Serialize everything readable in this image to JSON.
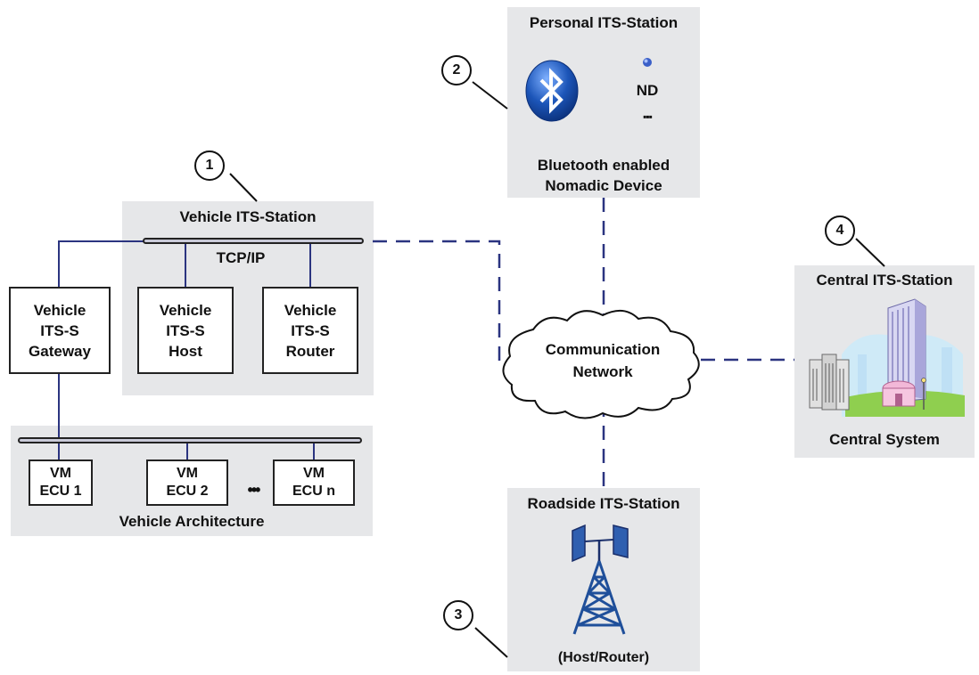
{
  "personal": {
    "title": "Personal ITS-Station",
    "nd": "ND",
    "dots": "▪▪▪",
    "desc_line1": "Bluetooth enabled",
    "desc_line2": "Nomadic Device"
  },
  "vehicle": {
    "title": "Vehicle ITS-Station",
    "bus_label": "TCP/IP",
    "gateway": [
      "Vehicle",
      "ITS-S",
      "Gateway"
    ],
    "host": [
      "Vehicle",
      "ITS-S",
      "Host"
    ],
    "router": [
      "Vehicle",
      "ITS-S",
      "Router"
    ]
  },
  "architecture": {
    "title": "Vehicle Architecture",
    "ecus": [
      {
        "line1": "VM",
        "line2": "ECU 1"
      },
      {
        "line1": "VM",
        "line2": "ECU 2"
      },
      {
        "line1": "VM",
        "line2": "ECU n"
      }
    ],
    "dots": "•••"
  },
  "network": {
    "line1": "Communication",
    "line2": "Network"
  },
  "central": {
    "title": "Central ITS-Station",
    "label": "Central System"
  },
  "roadside": {
    "title": "Roadside ITS-Station",
    "label": "(Host/Router)"
  },
  "callouts": [
    "1",
    "2",
    "3",
    "4"
  ],
  "colors": {
    "panel": "#e6e7e9",
    "link": "#2b3480",
    "bus": "#c9cad8",
    "bluetooth": "#1c55b8",
    "tower": "#1f4f9a"
  }
}
